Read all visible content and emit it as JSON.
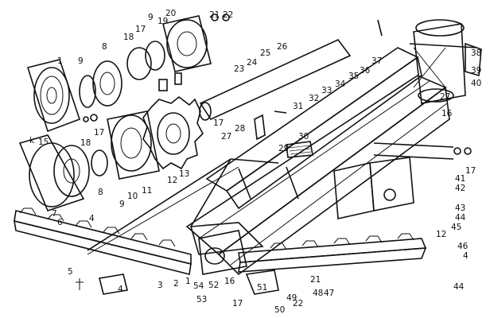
{
  "figure": {
    "labels": [
      {
        "id": "l1",
        "text": "1"
      },
      {
        "id": "l1b",
        "text": "1"
      },
      {
        "id": "l2",
        "text": "2"
      },
      {
        "id": "l3",
        "text": "3"
      },
      {
        "id": "l4a",
        "text": "4"
      },
      {
        "id": "l4b",
        "text": "4"
      },
      {
        "id": "l4c",
        "text": "4"
      },
      {
        "id": "l5",
        "text": "5"
      },
      {
        "id": "l6",
        "text": "6"
      },
      {
        "id": "l7",
        "text": "7"
      },
      {
        "id": "l8a",
        "text": "8"
      },
      {
        "id": "l8b",
        "text": "8"
      },
      {
        "id": "l9a",
        "text": "9"
      },
      {
        "id": "l9b",
        "text": "9"
      },
      {
        "id": "l9c",
        "text": "9"
      },
      {
        "id": "l10",
        "text": "10"
      },
      {
        "id": "l11",
        "text": "11"
      },
      {
        "id": "l12a",
        "text": "12"
      },
      {
        "id": "l12b",
        "text": "12"
      },
      {
        "id": "l13",
        "text": "13"
      },
      {
        "id": "l15",
        "text": "15"
      },
      {
        "id": "l16a",
        "text": "16"
      },
      {
        "id": "l16b",
        "text": "16"
      },
      {
        "id": "l17a",
        "text": "17"
      },
      {
        "id": "l17b",
        "text": "17"
      },
      {
        "id": "l17c",
        "text": "17"
      },
      {
        "id": "l17d",
        "text": "17"
      },
      {
        "id": "l17e",
        "text": "17"
      },
      {
        "id": "l18a",
        "text": "18"
      },
      {
        "id": "l18b",
        "text": "18"
      },
      {
        "id": "l19",
        "text": "19"
      },
      {
        "id": "l20",
        "text": "20"
      },
      {
        "id": "l21a",
        "text": "21"
      },
      {
        "id": "l21b",
        "text": "21"
      },
      {
        "id": "l22a",
        "text": "22"
      },
      {
        "id": "l22b",
        "text": "22"
      },
      {
        "id": "l23",
        "text": "23"
      },
      {
        "id": "l24",
        "text": "24"
      },
      {
        "id": "l25",
        "text": "25"
      },
      {
        "id": "l26",
        "text": "26"
      },
      {
        "id": "l27a",
        "text": "27"
      },
      {
        "id": "l27b",
        "text": "27"
      },
      {
        "id": "l28",
        "text": "28"
      },
      {
        "id": "l29",
        "text": "29"
      },
      {
        "id": "l30",
        "text": "30"
      },
      {
        "id": "l31",
        "text": "31"
      },
      {
        "id": "l32",
        "text": "32"
      },
      {
        "id": "l33",
        "text": "33"
      },
      {
        "id": "l34",
        "text": "34"
      },
      {
        "id": "l35",
        "text": "35"
      },
      {
        "id": "l36",
        "text": "36"
      },
      {
        "id": "l37",
        "text": "37"
      },
      {
        "id": "l38",
        "text": "38"
      },
      {
        "id": "l39",
        "text": "39"
      },
      {
        "id": "l40",
        "text": "40"
      },
      {
        "id": "l41",
        "text": "41"
      },
      {
        "id": "l42",
        "text": "42"
      },
      {
        "id": "l43",
        "text": "43"
      },
      {
        "id": "l44a",
        "text": "44"
      },
      {
        "id": "l44b",
        "text": "44"
      },
      {
        "id": "l45",
        "text": "45"
      },
      {
        "id": "l46",
        "text": "46"
      },
      {
        "id": "l47",
        "text": "47"
      },
      {
        "id": "l48",
        "text": "48"
      },
      {
        "id": "l49",
        "text": "49"
      },
      {
        "id": "l50",
        "text": "50"
      },
      {
        "id": "l51",
        "text": "51"
      },
      {
        "id": "l52",
        "text": "52"
      },
      {
        "id": "l53",
        "text": "53"
      },
      {
        "id": "l54",
        "text": "54"
      },
      {
        "id": "lk",
        "text": "k"
      }
    ]
  }
}
